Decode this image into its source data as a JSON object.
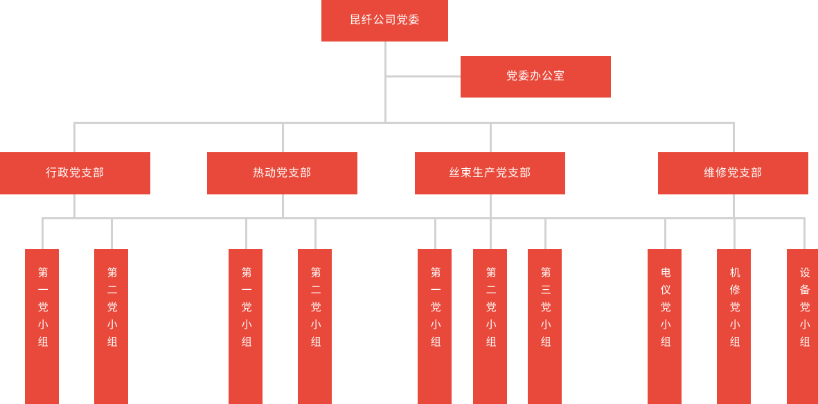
{
  "chart": {
    "type": "org-chart",
    "title_node": "昆纤公司党委",
    "palette": {
      "node_fill": "#e8493a",
      "node_text": "#ffffff",
      "connector": "#d2d2d2",
      "background": "#ffffff"
    },
    "root": {
      "label": "昆纤公司党委"
    },
    "office": {
      "label": "党委办公室"
    },
    "branches": [
      {
        "label": "行政党支部",
        "groups": [
          {
            "label": "第一党小组"
          },
          {
            "label": "第二党小组"
          }
        ]
      },
      {
        "label": "热动党支部",
        "groups": [
          {
            "label": "第一党小组"
          },
          {
            "label": "第二党小组"
          }
        ]
      },
      {
        "label": "丝束生产党支部",
        "groups": [
          {
            "label": "第一党小组"
          },
          {
            "label": "第二党小组"
          },
          {
            "label": "第三党小组"
          }
        ]
      },
      {
        "label": "维修党支部",
        "groups": [
          {
            "label": "电仪党小组"
          },
          {
            "label": "机修党小组"
          },
          {
            "label": "设备党小组"
          }
        ]
      }
    ]
  }
}
